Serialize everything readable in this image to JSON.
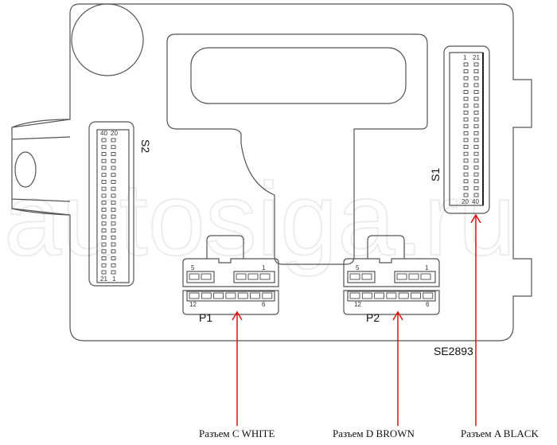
{
  "diagram": {
    "watermark": "autosiga.ru",
    "part_code": "SE2893",
    "connectors": {
      "S1": {
        "label": "S1",
        "pin_first_top": "1",
        "pin_second_top": "21",
        "pin_first_bottom": "20",
        "pin_second_bottom": "40",
        "pins_per_column": 20
      },
      "S2": {
        "label": "S2",
        "pin_first_top": "40",
        "pin_second_top": "20",
        "pin_first_bottom": "21",
        "pin_second_bottom": "1",
        "pins_per_column": 20
      },
      "P1": {
        "label": "P1",
        "pin_top_left": "5",
        "pin_top_right": "1",
        "pin_bottom_left": "12",
        "pin_bottom_right": "6"
      },
      "P2": {
        "label": "P2",
        "pin_top_left": "5",
        "pin_top_right": "1",
        "pin_bottom_left": "12",
        "pin_bottom_right": "6"
      }
    },
    "callouts": [
      {
        "text": "Разъем C WHITE",
        "target": "P1"
      },
      {
        "text": "Разъем D BROWN",
        "target": "P2"
      },
      {
        "text": "Разъем A BLACK",
        "target": "S1"
      }
    ],
    "arrow_color": "#e01010"
  }
}
